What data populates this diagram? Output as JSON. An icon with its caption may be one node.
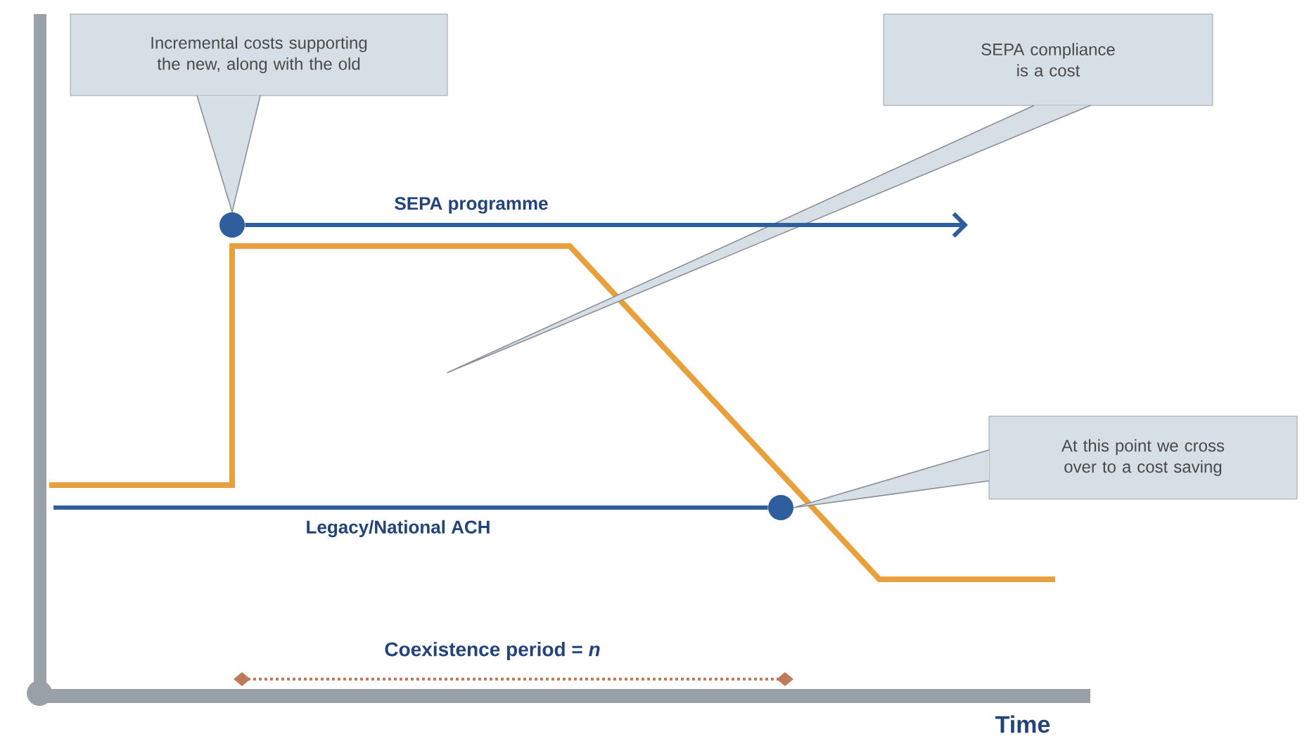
{
  "diagram": {
    "nodes": [
      {
        "text": [
          "Incremental costs supporting the new, along with the old"
        ]
      },
      {
        "text": [
          "SEPA compliance is a cost"
        ]
      },
      {
        "text": [
          "At this point we cross over to a cost saving"
        ]
      },
      {
        "text": [],
        "shape": "circle"
      },
      {
        "text": [],
        "shape": "circle"
      }
    ],
    "edges": [
      {
        "from": 0,
        "to": 3,
        "arrow": "none"
      },
      {
        "from": 1,
        "to": null,
        "arrow": "none"
      },
      {
        "from": 2,
        "to": 4,
        "arrow": "none"
      },
      {
        "from": 3,
        "to": null,
        "arrow": "to",
        "label": "SEPA programme",
        "style": "thick",
        "color": "#2e5e9e"
      },
      {
        "from": null,
        "to": 4,
        "arrow": "none",
        "label": "Legacy/National ACH",
        "style": "thick",
        "color": "#2e5e9e"
      }
    ],
    "labels": [
      "Coexistence period = *n*",
      "Time"
    ]
  }
}
